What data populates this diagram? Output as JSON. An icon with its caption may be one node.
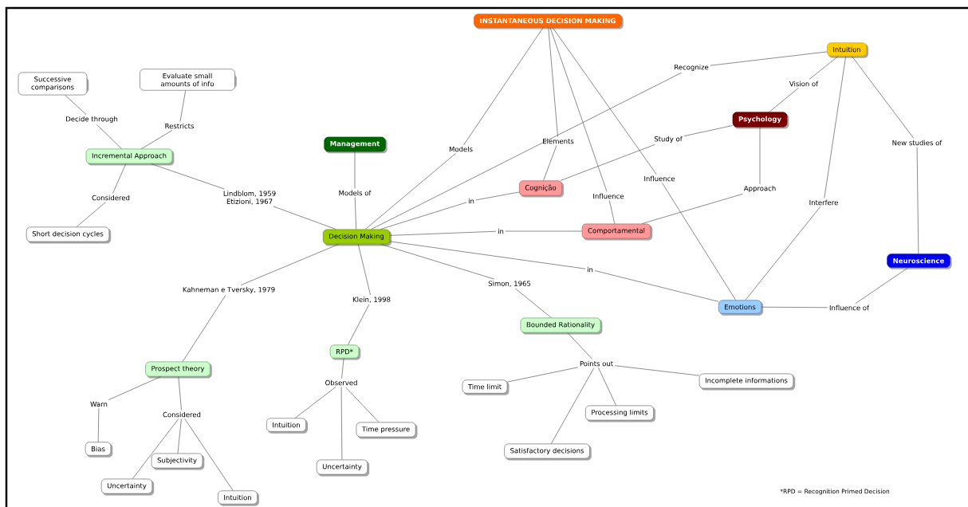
{
  "diagram": {
    "nodes": [
      {
        "text": [
          "INSTANTANEOUS DECISION MAKING"
        ]
      },
      {
        "text": [
          "Intuition"
        ]
      },
      {
        "text": [
          "Successive comparisons"
        ]
      },
      {
        "text": [
          "Evaluate small amounts of info"
        ]
      },
      {
        "text": [
          "Psychology"
        ]
      },
      {
        "text": [
          "Management"
        ]
      },
      {
        "text": [
          "Incremental Approach"
        ]
      },
      {
        "text": [
          "Cognição"
        ]
      },
      {
        "text": [
          "Comportamental"
        ]
      },
      {
        "text": [
          "Short decision cycles"
        ]
      },
      {
        "text": [
          "Decision Making"
        ]
      },
      {
        "text": [
          "Neuroscience"
        ]
      },
      {
        "text": [
          "Emotions"
        ]
      },
      {
        "text": [
          "Bounded Rationality"
        ]
      },
      {
        "text": [
          "RPD*"
        ]
      },
      {
        "text": [
          "Prospect theory"
        ]
      },
      {
        "text": [
          "Time limit"
        ]
      },
      {
        "text": [
          "Incomplete informations"
        ]
      },
      {
        "text": [
          "Processing limits"
        ]
      },
      {
        "text": [
          "Intuition"
        ]
      },
      {
        "text": [
          "Time pressure"
        ]
      },
      {
        "text": [
          "Bias"
        ]
      },
      {
        "text": [
          "Satisfactory decisions"
        ]
      },
      {
        "text": [
          "Subjectivity"
        ]
      },
      {
        "text": [
          "Uncertainty"
        ]
      },
      {
        "text": [
          "Uncertainty"
        ]
      },
      {
        "text": [
          "Intuition"
        ]
      },
      {
        "text": [
          "Decide through"
        ]
      },
      {
        "text": [
          "Restricts"
        ]
      },
      {
        "text": [
          "Considered"
        ]
      },
      {
        "text": [
          "Lindblom, 1959 Etizioni, 1967"
        ]
      },
      {
        "text": [
          "Models of"
        ]
      },
      {
        "text": [
          "Models"
        ]
      },
      {
        "text": [
          "Elements"
        ]
      },
      {
        "text": [
          "Recognize"
        ]
      },
      {
        "text": [
          "Vision of"
        ]
      },
      {
        "text": [
          "Study of"
        ]
      },
      {
        "text": [
          "in"
        ]
      },
      {
        "text": [
          "Influence"
        ]
      },
      {
        "text": [
          "Influence"
        ]
      },
      {
        "text": [
          "Approach"
        ]
      },
      {
        "text": [
          "Interfere"
        ]
      },
      {
        "text": [
          "New studies of"
        ]
      },
      {
        "text": [
          "in"
        ]
      },
      {
        "text": [
          "in"
        ]
      },
      {
        "text": [
          "Influence of"
        ]
      },
      {
        "text": [
          "Simon, 1965"
        ]
      },
      {
        "text": [
          "Kahneman e Tversky, 1979"
        ]
      },
      {
        "text": [
          "Klein, 1998"
        ]
      },
      {
        "text": [
          "Points out"
        ]
      },
      {
        "text": [
          "Observed"
        ]
      },
      {
        "text": [
          "Warn"
        ]
      },
      {
        "text": [
          "Considered"
        ]
      }
    ],
    "edges": [
      {
        "from": 2,
        "to": 27,
        "arrow": "none"
      },
      {
        "from": 27,
        "to": 6,
        "arrow": "none"
      },
      {
        "from": 3,
        "to": 28,
        "arrow": "none"
      },
      {
        "from": 28,
        "to": 6,
        "arrow": "none"
      },
      {
        "from": 6,
        "to": 29,
        "arrow": "none"
      },
      {
        "from": 29,
        "to": 9,
        "arrow": "none"
      },
      {
        "from": 6,
        "to": 30,
        "arrow": "none"
      },
      {
        "from": 30,
        "to": 10,
        "arrow": "none"
      },
      {
        "from": 5,
        "to": 31,
        "arrow": "none"
      },
      {
        "from": 31,
        "to": 10,
        "arrow": "none"
      },
      {
        "from": 10,
        "to": 32,
        "arrow": "none"
      },
      {
        "from": 32,
        "to": 0,
        "arrow": "none"
      },
      {
        "from": 0,
        "to": 33,
        "arrow": "none"
      },
      {
        "from": 33,
        "to": 7,
        "arrow": "none"
      },
      {
        "from": 1,
        "to": 34,
        "arrow": "none"
      },
      {
        "from": 34,
        "to": 10,
        "arrow": "none"
      },
      {
        "from": 1,
        "to": 35,
        "arrow": "none"
      },
      {
        "from": 35,
        "to": 4,
        "arrow": "none"
      },
      {
        "from": 4,
        "to": 36,
        "arrow": "none"
      },
      {
        "from": 36,
        "to": 7,
        "arrow": "none"
      },
      {
        "from": 10,
        "to": 37,
        "arrow": "none"
      },
      {
        "from": 37,
        "to": 7,
        "arrow": "none"
      },
      {
        "from": 0,
        "to": 38,
        "arrow": "none"
      },
      {
        "from": 38,
        "to": 8,
        "arrow": "none"
      },
      {
        "from": 0,
        "to": 39,
        "arrow": "none"
      },
      {
        "from": 39,
        "to": 12,
        "arrow": "none"
      },
      {
        "from": 4,
        "to": 40,
        "arrow": "none"
      },
      {
        "from": 40,
        "to": 8,
        "arrow": "none"
      },
      {
        "from": 1,
        "to": 41,
        "arrow": "none"
      },
      {
        "from": 41,
        "to": 12,
        "arrow": "none"
      },
      {
        "from": 1,
        "to": 42,
        "arrow": "none"
      },
      {
        "from": 42,
        "to": 11,
        "arrow": "none"
      },
      {
        "from": 10,
        "to": 43,
        "arrow": "none"
      },
      {
        "from": 43,
        "to": 8,
        "arrow": "none"
      },
      {
        "from": 10,
        "to": 44,
        "arrow": "none"
      },
      {
        "from": 44,
        "to": 12,
        "arrow": "none"
      },
      {
        "from": 11,
        "to": 45,
        "arrow": "none"
      },
      {
        "from": 45,
        "to": 12,
        "arrow": "none"
      },
      {
        "from": 10,
        "to": 46,
        "arrow": "none"
      },
      {
        "from": 46,
        "to": 13,
        "arrow": "none"
      },
      {
        "from": 10,
        "to": 47,
        "arrow": "none"
      },
      {
        "from": 47,
        "to": 15,
        "arrow": "none"
      },
      {
        "from": 10,
        "to": 48,
        "arrow": "none"
      },
      {
        "from": 48,
        "to": 14,
        "arrow": "none"
      },
      {
        "from": 13,
        "to": 49,
        "arrow": "none"
      },
      {
        "from": 49,
        "to": 16,
        "arrow": "none"
      },
      {
        "from": 49,
        "to": 17,
        "arrow": "none"
      },
      {
        "from": 49,
        "to": 18,
        "arrow": "none"
      },
      {
        "from": 49,
        "to": 22,
        "arrow": "none"
      },
      {
        "from": 14,
        "to": 50,
        "arrow": "none"
      },
      {
        "from": 50,
        "to": 19,
        "arrow": "none"
      },
      {
        "from": 50,
        "to": 20,
        "arrow": "none"
      },
      {
        "from": 50,
        "to": 25,
        "arrow": "none"
      },
      {
        "from": 15,
        "to": 51,
        "arrow": "none"
      },
      {
        "from": 51,
        "to": 21,
        "arrow": "none"
      },
      {
        "from": 15,
        "to": 52,
        "arrow": "none"
      },
      {
        "from": 52,
        "to": 24,
        "arrow": "none"
      },
      {
        "from": 52,
        "to": 23,
        "arrow": "none"
      },
      {
        "from": 52,
        "to": 26,
        "arrow": "none"
      }
    ],
    "labels": [
      "*RPD = Recognition Primed Decision"
    ]
  }
}
